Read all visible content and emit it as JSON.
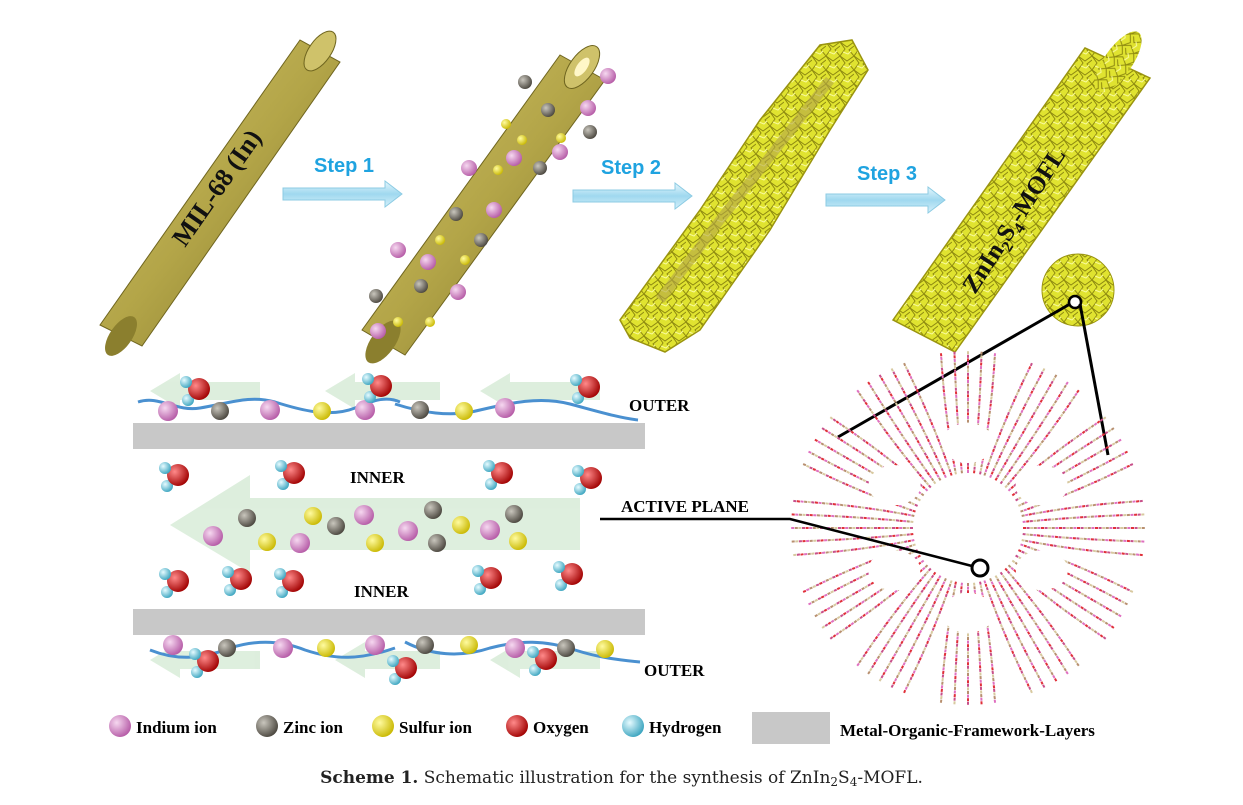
{
  "rods": {
    "rod1_label": "MIL-68 (In)",
    "rod4_label_parts": [
      "ZnIn",
      "2",
      "S",
      "4",
      "-MOFL"
    ]
  },
  "steps": [
    "Step 1",
    "Step 2",
    "Step 3"
  ],
  "labels": {
    "outer_top": "OUTER",
    "inner_top": "INNER",
    "inner_bottom": "INNER",
    "outer_bottom": "OUTER",
    "active_plane": "ACTIVE PLANE"
  },
  "legend": [
    {
      "label": "Indium ion",
      "color": "#d07bc0"
    },
    {
      "label": "Zinc ion",
      "color": "#6e6a60"
    },
    {
      "label": "Sulfur ion",
      "color": "#e5dc10"
    },
    {
      "label": "Oxygen",
      "color": "#e01010"
    },
    {
      "label": "Hydrogen",
      "color": "#7fd6e8"
    },
    {
      "label": "Metal-Organic-Framework-Layers",
      "color": "#c8c8c8"
    }
  ],
  "caption": {
    "prefix": "Scheme 1.",
    "text": "Schematic illustration for the synthesis of ZnIn",
    "sub1": "2",
    "mid": "S",
    "sub2": "4",
    "suffix": "-MOFL."
  },
  "colors": {
    "rod": "#b3a548",
    "rod_dark": "#7d7228",
    "yellow_shell": "#e9ec2a",
    "arrow": "#bfe6f5",
    "flow": "#d8ecd8",
    "wave": "#4a90d0"
  }
}
